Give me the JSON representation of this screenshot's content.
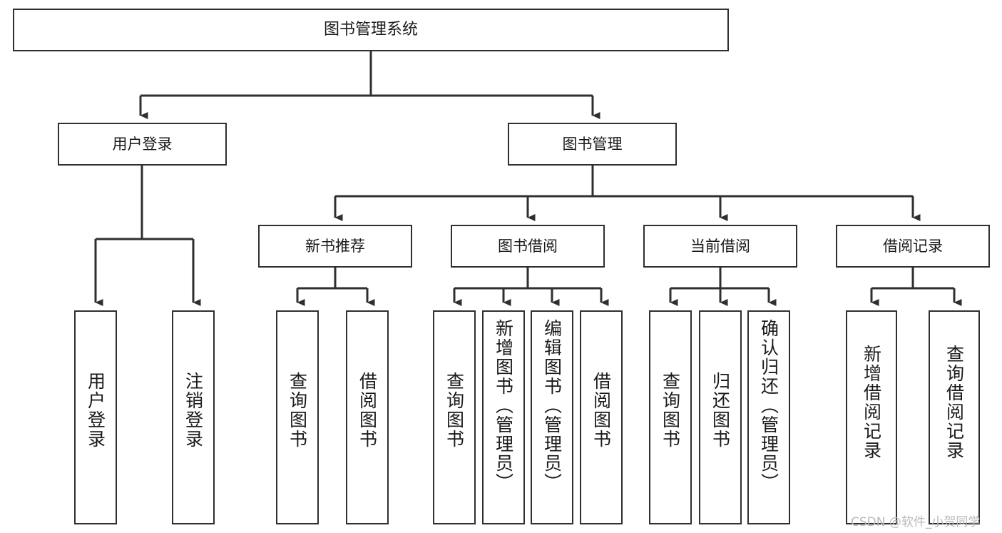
{
  "diagram": {
    "title": "图书管理系统",
    "type": "tree",
    "root": {
      "label": "图书管理系统"
    },
    "level1": [
      {
        "label": "用户登录"
      },
      {
        "label": "图书管理"
      }
    ],
    "level2": [
      {
        "label": "新书推荐"
      },
      {
        "label": "图书借阅"
      },
      {
        "label": "当前借阅"
      },
      {
        "label": "借阅记录"
      }
    ],
    "leaves": {
      "user_login": [
        {
          "label": "用户登录"
        },
        {
          "label": "注销登录"
        }
      ],
      "new_book_recommend": [
        {
          "label": "查询图书"
        },
        {
          "label": "借阅图书"
        }
      ],
      "book_borrow": [
        {
          "label": "查询图书"
        },
        {
          "label": "新增图书（管理员）"
        },
        {
          "label": "编辑图书（管理员）"
        },
        {
          "label": "借阅图书"
        }
      ],
      "current_borrow": [
        {
          "label": "查询图书"
        },
        {
          "label": "归还图书"
        },
        {
          "label": "确认归还（管理员）"
        }
      ],
      "borrow_record": [
        {
          "label": "新增借阅记录"
        },
        {
          "label": "查询借阅记录"
        }
      ]
    }
  },
  "watermark": {
    "text": "CSDN @软件_小贺同学"
  },
  "colors": {
    "border": "#2f2f2f",
    "fill": "#ffffff",
    "text": "#1a1a1a",
    "watermark": "#b9b9b9"
  }
}
